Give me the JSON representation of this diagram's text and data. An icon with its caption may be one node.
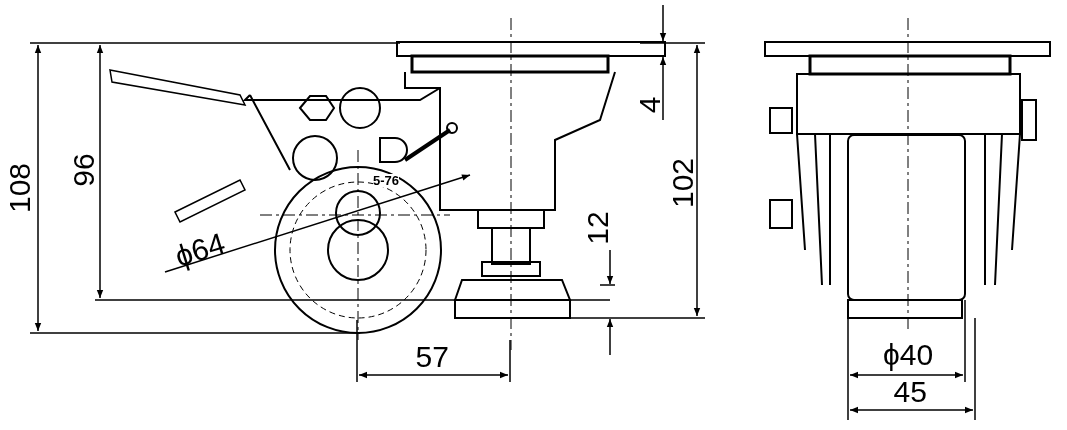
{
  "diagram": {
    "labels": [
      "108",
      "96",
      "5-76",
      "ϕ64",
      "12",
      "4",
      "102",
      "57",
      "ϕ40",
      "45"
    ]
  }
}
